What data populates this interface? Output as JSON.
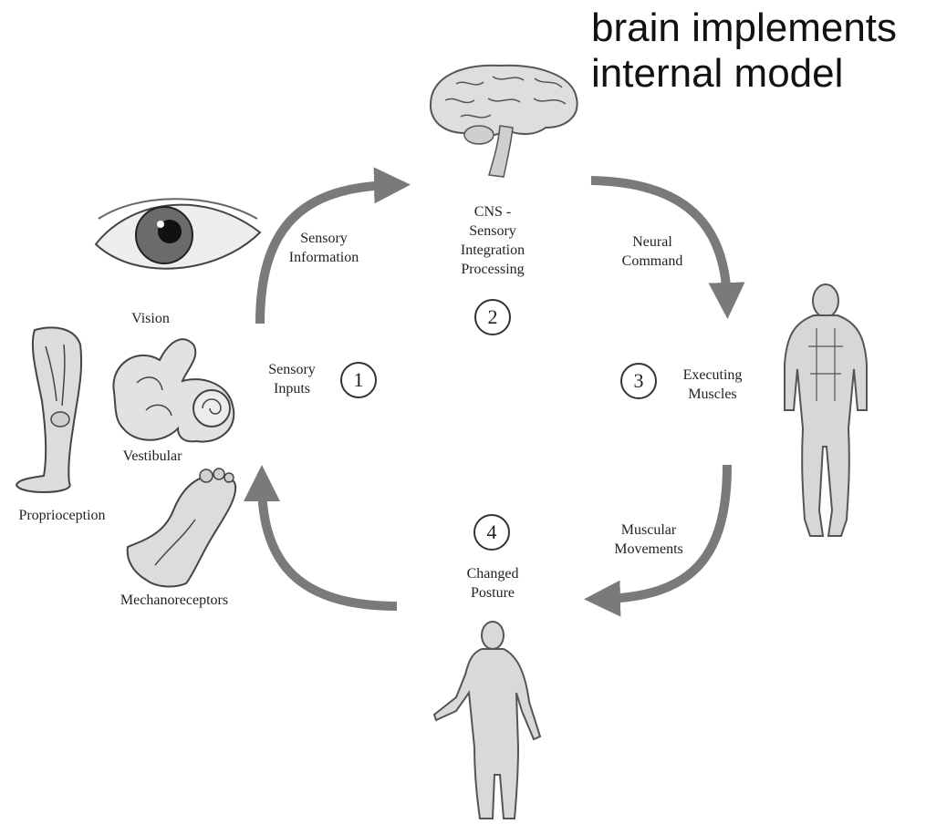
{
  "headline": [
    "brain implements",
    "internal model"
  ],
  "stages": {
    "cns": {
      "number": "2",
      "label": "CNS -\nSensory\nIntegration\nProcessing"
    },
    "sensory_inputs": {
      "number": "1",
      "label": "Sensory\nInputs"
    },
    "executing_muscles": {
      "number": "3",
      "label": "Executing\nMuscles"
    },
    "changed_posture": {
      "number": "4",
      "label": "Changed\nPosture"
    }
  },
  "arrows": {
    "sensory_information": "Sensory\nInformation",
    "neural_command": "Neural\nCommand",
    "muscular_movements": "Muscular\nMovements"
  },
  "senses": {
    "vision": "Vision",
    "vestibular": "Vestibular",
    "proprioception": "Proprioception",
    "mechanoreceptors": "Mechanoreceptors"
  },
  "colors": {
    "arrow": "#7a7a7a",
    "sketch": "#555555",
    "sketch_fill": "#d9d9d9"
  },
  "icons": [
    "brain-icon",
    "eye-icon",
    "inner-ear-icon",
    "leg-icon",
    "foot-icon",
    "muscle-figure-icon",
    "standing-figure-icon"
  ]
}
